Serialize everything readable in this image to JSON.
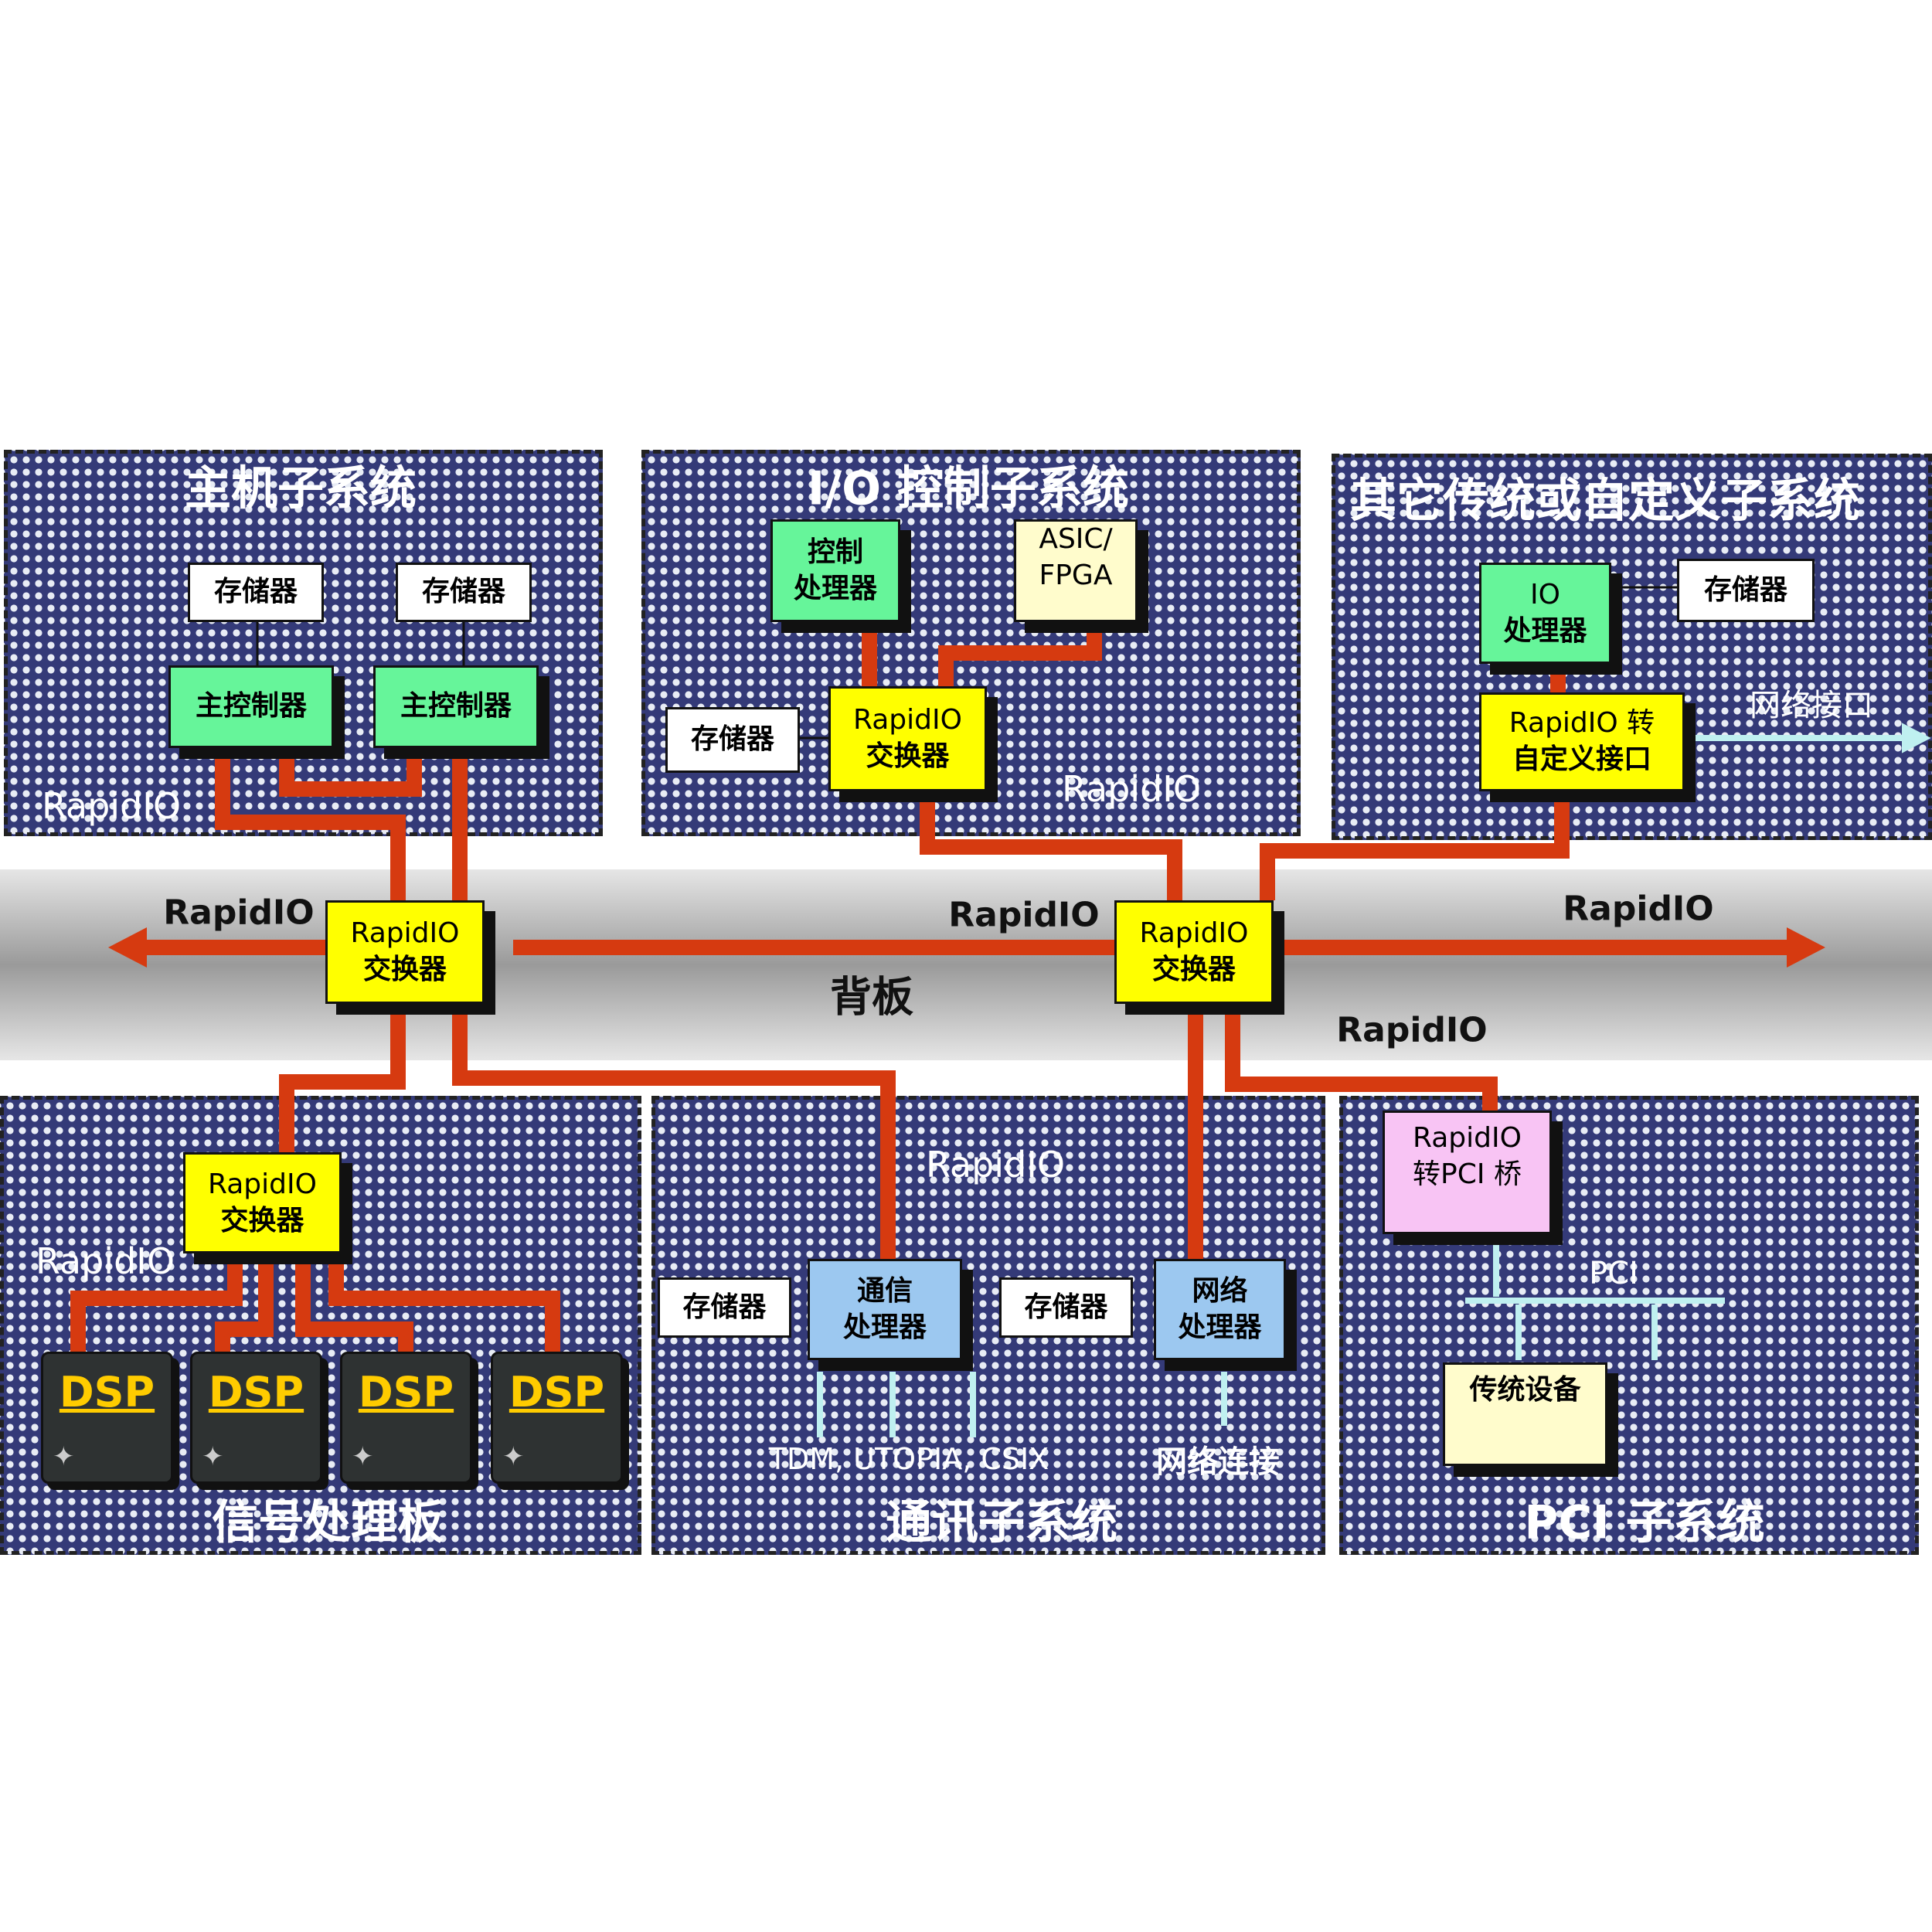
{
  "subsystems": {
    "host": {
      "title": "主机子系统",
      "bus": "RapidIO",
      "memory": "存储器",
      "controller": "主控制器"
    },
    "io": {
      "title": "I/O 控制子系统",
      "bus": "RapidIO",
      "control_processor": [
        "控制",
        "处理器"
      ],
      "asic": [
        "ASIC/",
        "FPGA"
      ],
      "memory": "存储器",
      "switch": [
        "RapidIO",
        "交换器"
      ]
    },
    "other": {
      "title": "其它传统或自定义子系统",
      "io_processor": [
        "IO",
        "处理器"
      ],
      "memory": "存储器",
      "bridge": [
        "RapidIO 转",
        "自定义接口"
      ],
      "network": "网络接口"
    },
    "signal": {
      "title": "信号处理板",
      "bus": "RapidIO",
      "switch": [
        "RapidIO",
        "交换器"
      ],
      "dsp": "DSP"
    },
    "comm": {
      "title": "通讯子系统",
      "bus": "RapidIO",
      "memory": "存储器",
      "comm_processor": [
        "通信",
        "处理器"
      ],
      "net_processor": [
        "网络",
        "处理器"
      ],
      "interfaces": "TDM, UTOPIA, CSIX",
      "network": "网络连接"
    },
    "pci": {
      "title": "PCI 子系统",
      "bridge": [
        "RapidIO",
        "转PCI 桥"
      ],
      "bus": "PCI",
      "device": "传统设备"
    }
  },
  "backplane": {
    "label": "背板",
    "bus_left": "RapidIO",
    "bus_mid": "RapidIO",
    "bus_right": "RapidIO",
    "bus_lower": "RapidIO",
    "switch": [
      "RapidIO",
      "交换器"
    ]
  },
  "colors": {
    "link": "#d63a10",
    "pattern": "#343a78",
    "switch": "#ffff00",
    "processor": "#66f59a",
    "comm": "#9cc8f0",
    "pci": "#f8c4f4",
    "cyan": "#bff0f0"
  }
}
